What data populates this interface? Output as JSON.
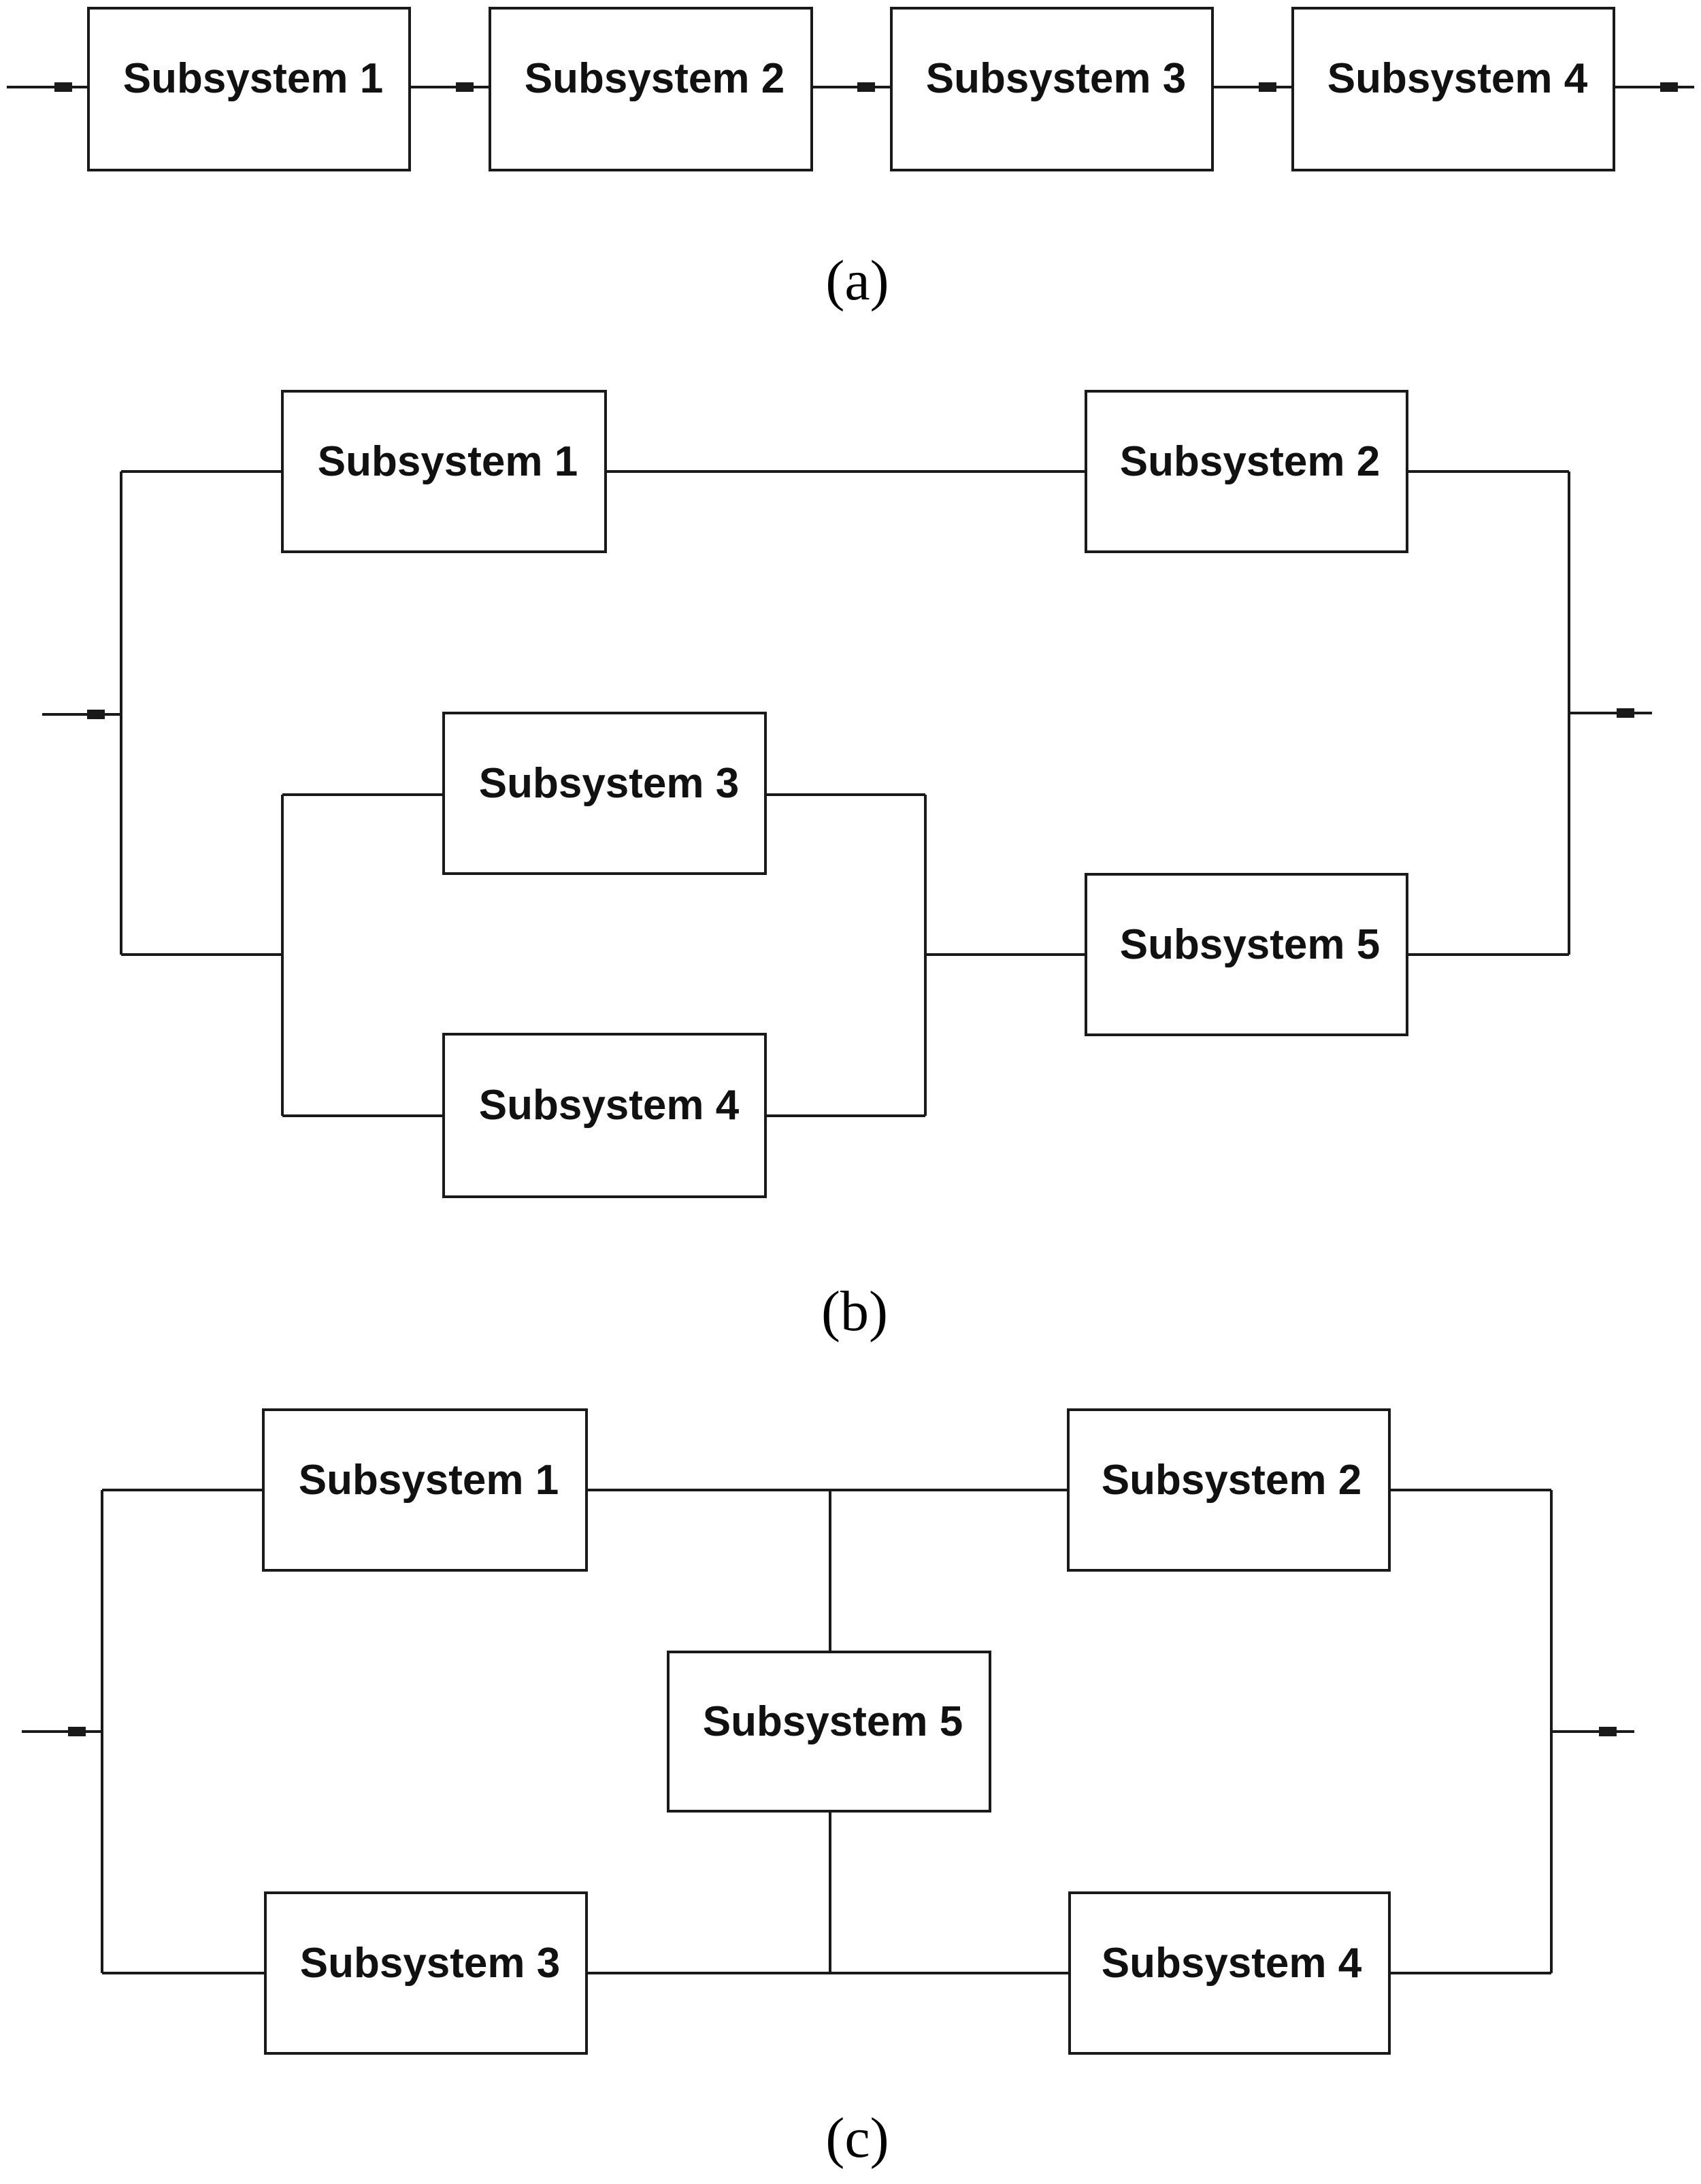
{
  "diagram_a": {
    "caption": "(a)",
    "blocks": [
      "Subsystem 1",
      "Subsystem 2",
      "Subsystem 3",
      "Subsystem 4"
    ]
  },
  "diagram_b": {
    "caption": "(b)",
    "blocks": [
      "Subsystem 1",
      "Subsystem 2",
      "Subsystem 3",
      "Subsystem 4",
      "Subsystem 5"
    ]
  },
  "diagram_c": {
    "caption": "(c)",
    "blocks": [
      "Subsystem 1",
      "Subsystem 2",
      "Subsystem 3",
      "Subsystem 4",
      "Subsystem 5"
    ]
  },
  "colors": {
    "line": "#1a1a1a",
    "background": "#ffffff"
  }
}
